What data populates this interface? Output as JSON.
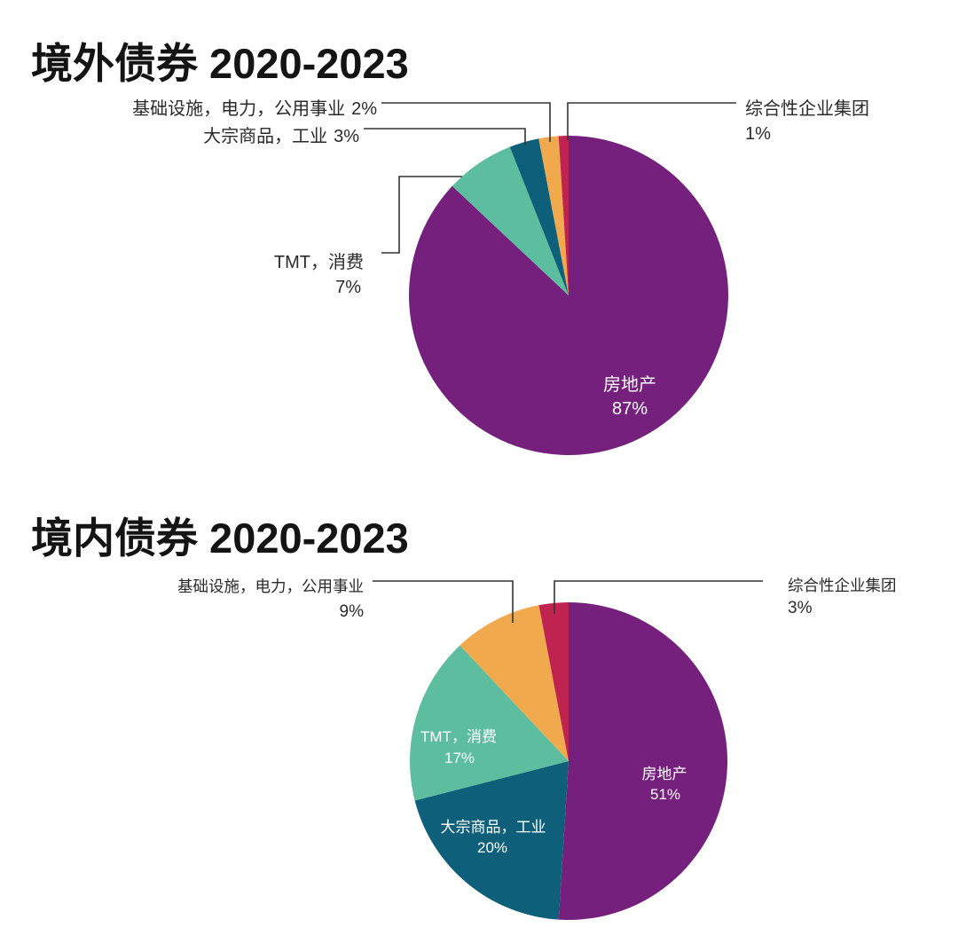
{
  "chart_data": [
    {
      "type": "pie",
      "title": "境外债券 2020-2023",
      "categories": [
        "房地产",
        "TMT，消费",
        "大宗商品，工业",
        "基础设施，电力，公用事业",
        "综合性企业集团"
      ],
      "values": [
        87,
        7,
        3,
        2,
        1
      ],
      "value_labels": [
        "87%",
        "7%",
        "3%",
        "2%",
        "1%"
      ],
      "colors": [
        "#74207c",
        "#5cbd9f",
        "#0e5f79",
        "#f0a94c",
        "#c02350"
      ]
    },
    {
      "type": "pie",
      "title": "境内债券 2020-2023",
      "categories": [
        "房地产",
        "大宗商品，工业",
        "TMT，消费",
        "基础设施，电力，公用事业",
        "综合性企业集团"
      ],
      "values": [
        51,
        20,
        17,
        9,
        3
      ],
      "value_labels": [
        "51%",
        "20%",
        "17%",
        "9%",
        "3%"
      ],
      "colors": [
        "#74207c",
        "#0e5f79",
        "#5cbd9f",
        "#f0a94c",
        "#c02350"
      ]
    }
  ]
}
